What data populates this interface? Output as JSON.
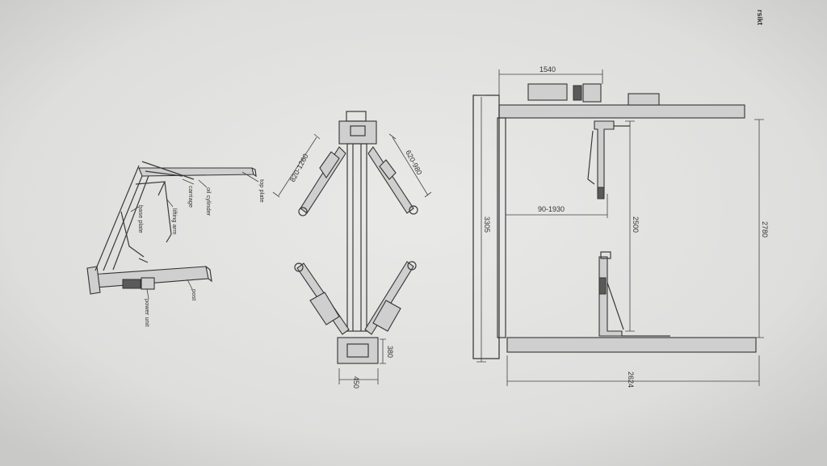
{
  "header": {
    "corner_text": "rsikt"
  },
  "parts": {
    "top_plate": "top plate",
    "oil_cylinder": "oil cylinder",
    "carriage": "carriage",
    "lifting_arm": "lifting arm",
    "base_plate": "base plate",
    "post": "post",
    "power_unit": "power unit"
  },
  "top_view": {
    "arm_range_left": "820-1260",
    "arm_range_right": "620-980",
    "base_depth": "380",
    "base_width": "450"
  },
  "front_view": {
    "power_unit_width": "1540",
    "overall_height": "3305",
    "reach": "90-1930",
    "carriage_travel": "2500",
    "inner_height": "2780",
    "overall_width": "2624"
  }
}
